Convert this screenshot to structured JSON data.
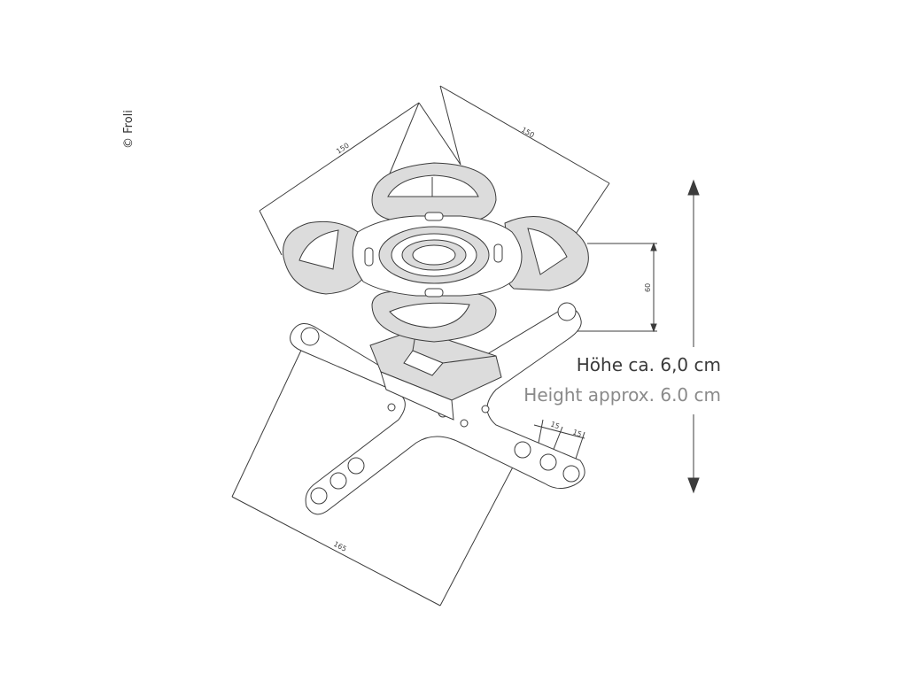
{
  "copyright": "© Froli",
  "height_label": {
    "de": "Höhe ca. 6,0 cm",
    "en": "Height approx. 6.0 cm"
  },
  "dimensions": {
    "top_left": "150",
    "top_right": "150",
    "side_height": "60",
    "bottom_length": "165",
    "hole_spacing_1": "15",
    "hole_spacing_2": "15"
  },
  "colors": {
    "line": "#3c3c3c",
    "fill": "#dcdcdc",
    "text_primary": "#3a3a3a",
    "text_secondary": "#8a8a8a"
  }
}
